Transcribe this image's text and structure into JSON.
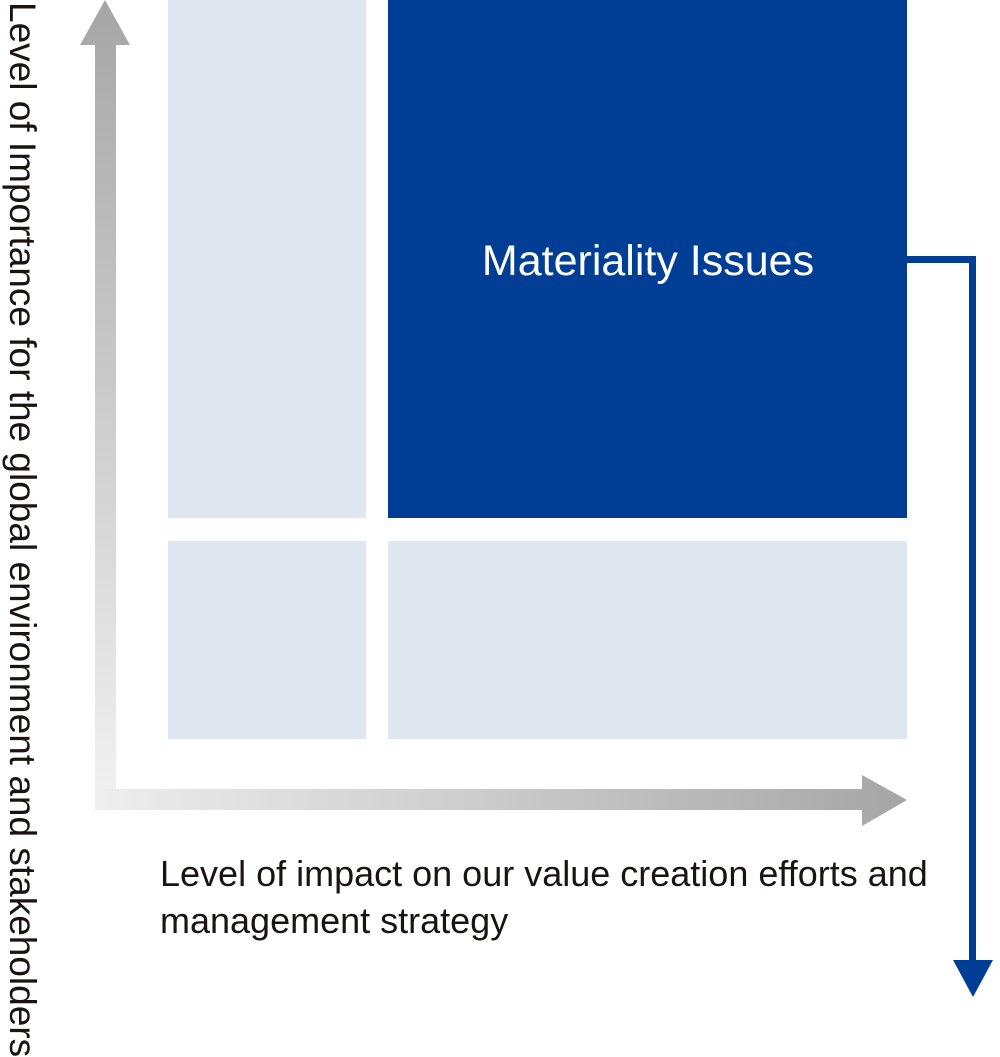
{
  "diagram": {
    "materiality_label": "Materiality Issues",
    "y_axis_label": "Level of Importance for the global environment and stakeholders",
    "x_axis_label": "Level of impact on our value creation efforts and\nmanagement strategy",
    "colors": {
      "dark_quadrant": "#003e96",
      "light_quadrant": "#e0e7f1",
      "axis_arrow_start": "#f0f0f0",
      "axis_arrow_end": "#a8a8a8",
      "connector_arrow": "#003e96",
      "text": "#1a1311"
    }
  }
}
